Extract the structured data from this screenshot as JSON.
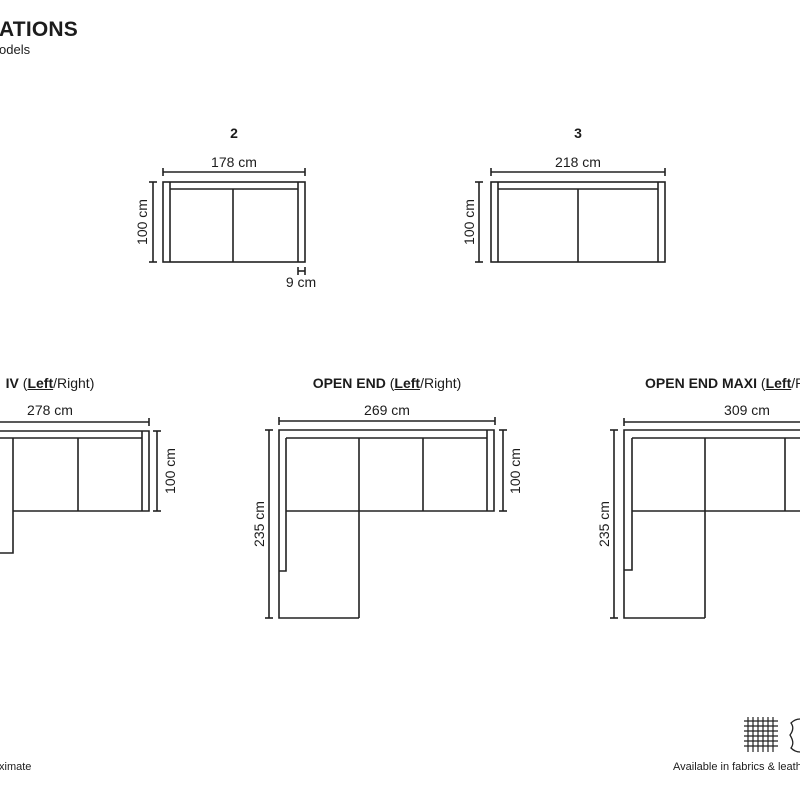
{
  "header": {
    "title": "ATIONS",
    "subtitle": "odels"
  },
  "models": [
    {
      "name": "2",
      "width": "178 cm",
      "depth": "100 cm",
      "arm": "9 cm"
    },
    {
      "name": "3",
      "width": "218 cm",
      "depth": "100 cm"
    },
    {
      "name": "IV",
      "paren_open": "(",
      "left": "Left",
      "right": "/Right)",
      "width": "278 cm",
      "depth": "100 cm"
    },
    {
      "name": "OPEN END",
      "paren_open": "(",
      "left": "Left",
      "right": "/Right)",
      "width": "269 cm",
      "depth": "100 cm",
      "length": "235 cm"
    },
    {
      "name": "OPEN END MAXI",
      "paren_open": "(",
      "left": "Left",
      "right": "/Right)",
      "width": "309 cm",
      "length": "235 cm"
    }
  ],
  "footer": {
    "note": "ximate",
    "availability": "Available in fabrics & leather"
  },
  "icons": [
    "fabric-weave-icon",
    "leather-hide-icon"
  ]
}
